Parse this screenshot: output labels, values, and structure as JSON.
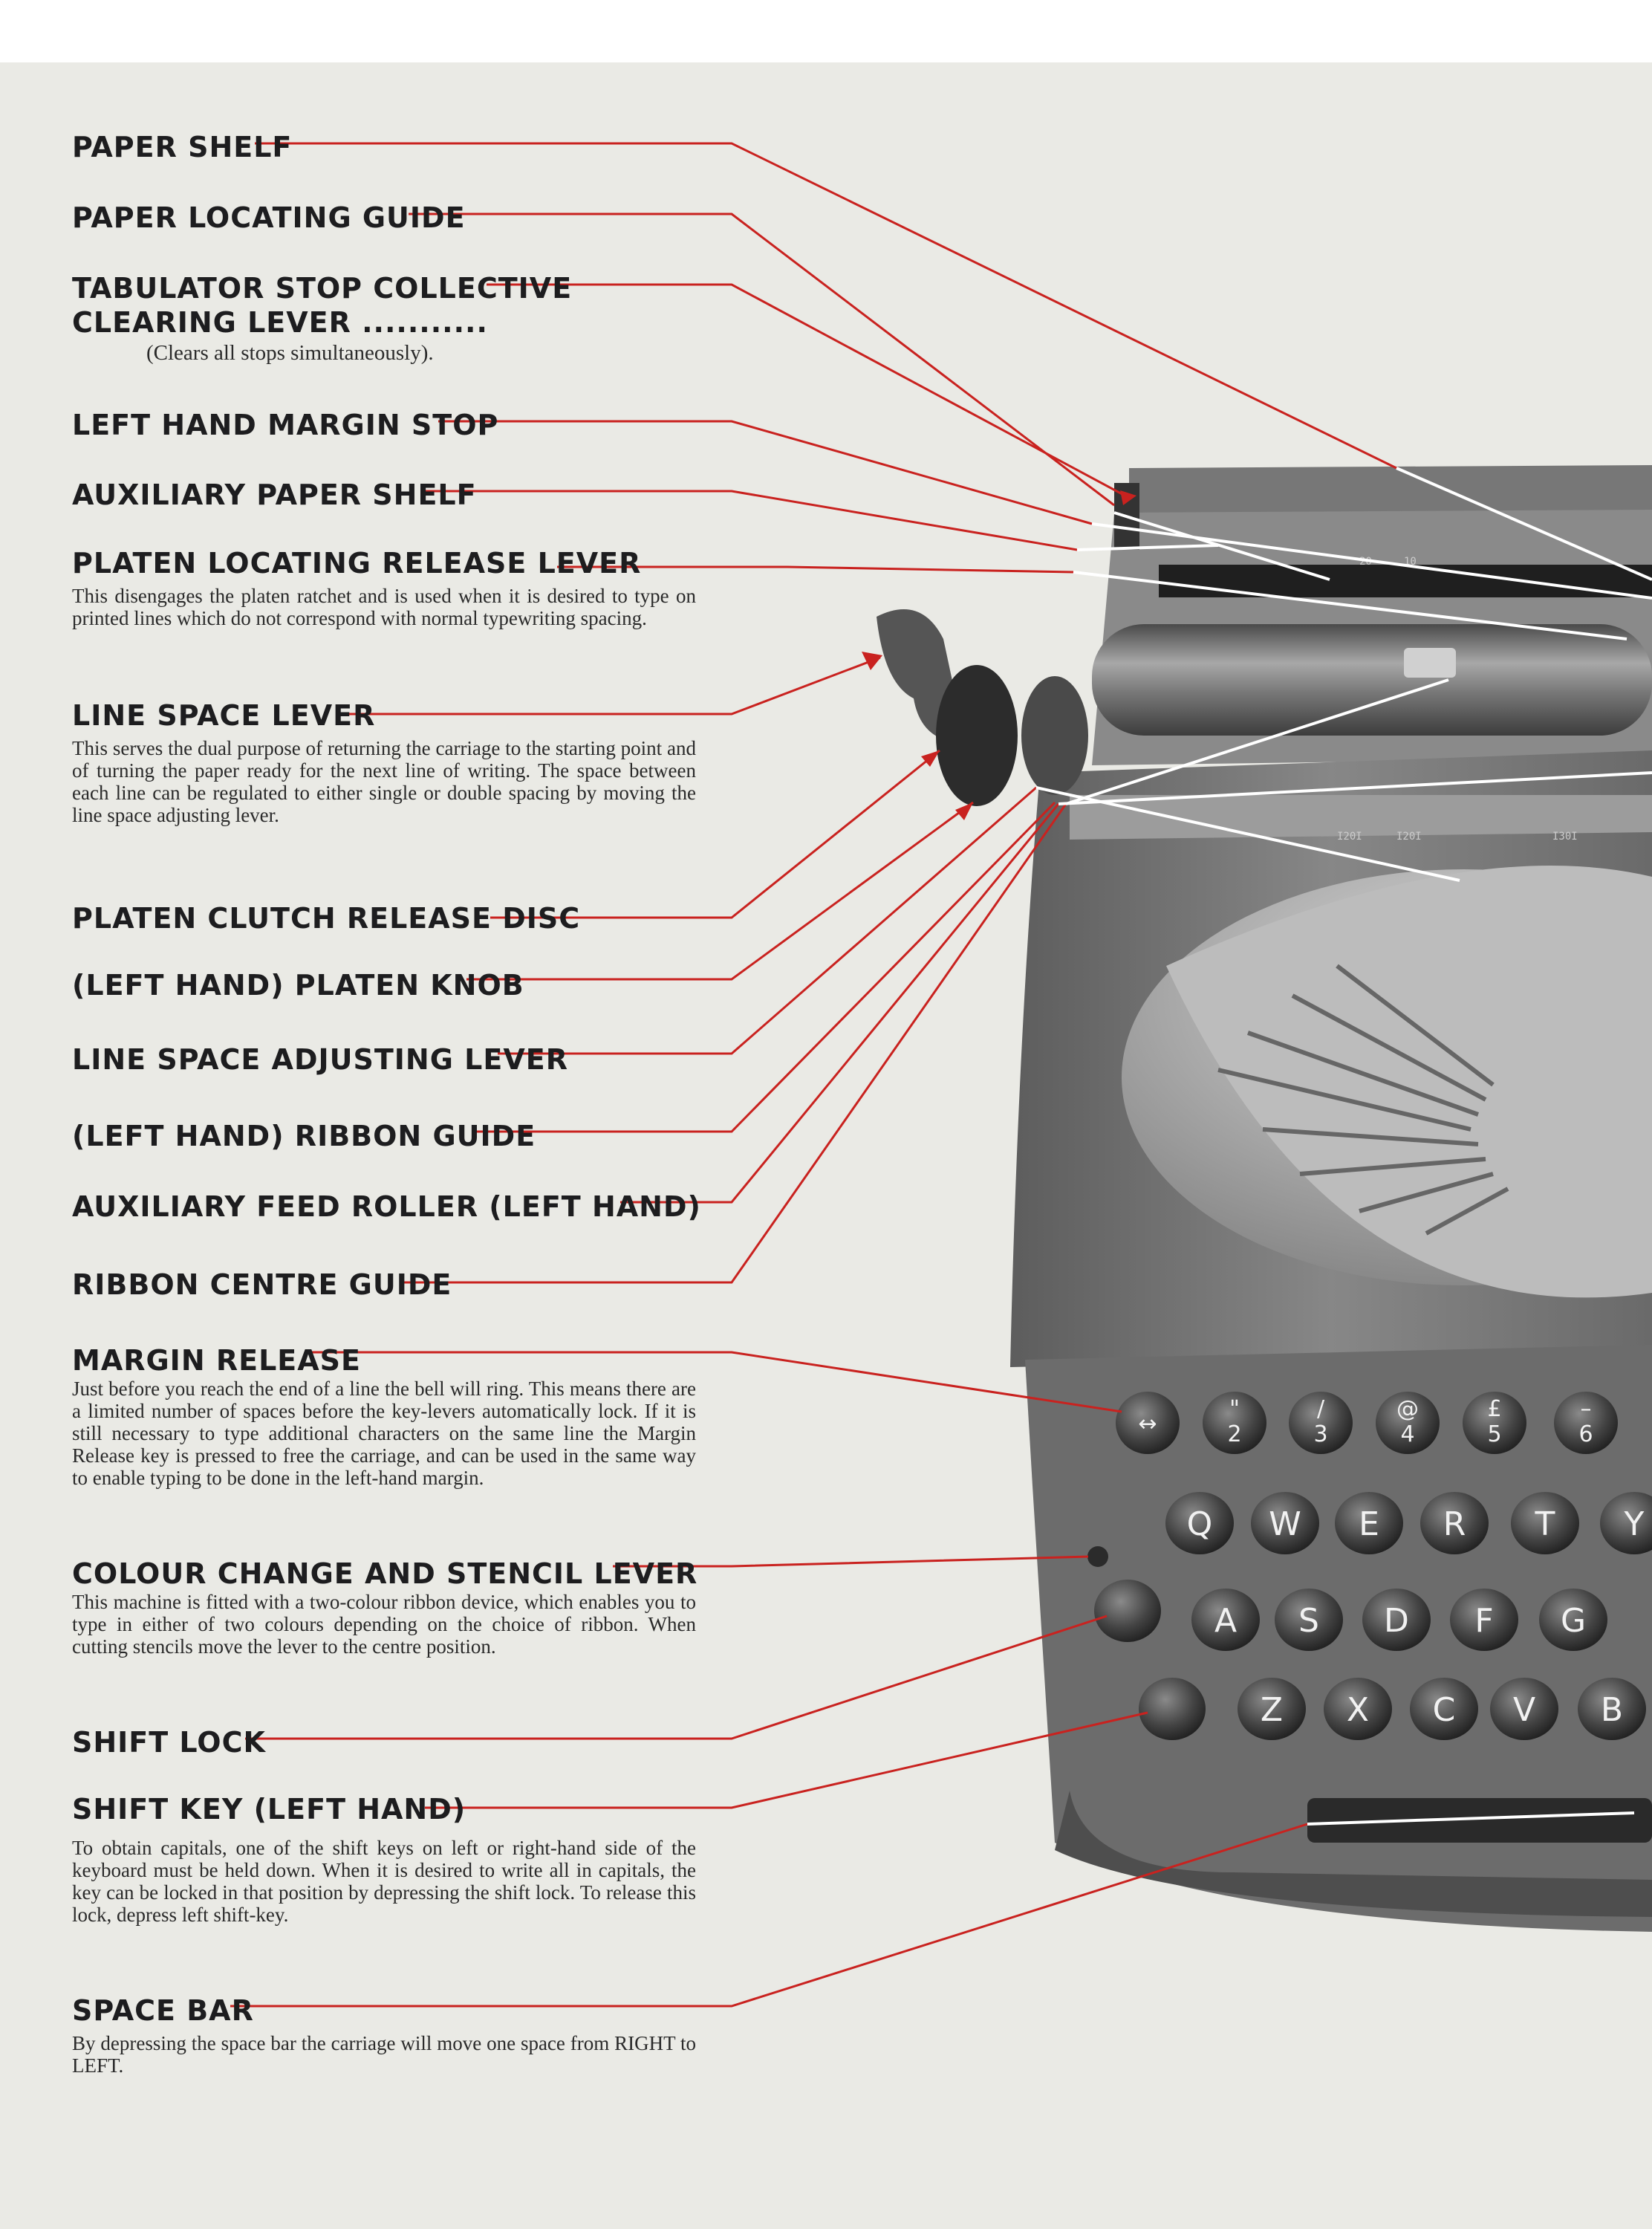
{
  "labels": [
    {
      "id": "paper-shelf",
      "label": "PAPER SHELF"
    },
    {
      "id": "paper-locating-guide",
      "label": "PAPER LOCATING GUIDE"
    },
    {
      "id": "tabulator",
      "label": "TABULATOR STOP COLLECTIVE",
      "label2": "CLEARING LEVER ...........",
      "note": "(Clears all stops simultaneously)."
    },
    {
      "id": "left-margin-stop",
      "label": "LEFT HAND MARGIN STOP"
    },
    {
      "id": "aux-paper-shelf",
      "label": "AUXILIARY PAPER SHELF"
    },
    {
      "id": "platen-locating",
      "label": "PLATEN LOCATING RELEASE LEVER",
      "desc": "This disengages the platen ratchet and is used when it is desired to type on printed lines which do not correspond with normal typewriting spacing."
    },
    {
      "id": "line-space-lever",
      "label": "LINE SPACE LEVER",
      "desc": "This serves the dual purpose of returning the carriage to the starting point and of turning the paper ready for the next line of writing. The space between each line can be regulated to either single or double spacing by moving the line space adjusting lever."
    },
    {
      "id": "platen-clutch",
      "label": "PLATEN CLUTCH RELEASE DISC"
    },
    {
      "id": "platen-knob",
      "label": "(LEFT HAND) PLATEN KNOB"
    },
    {
      "id": "line-space-adjusting",
      "label": "LINE SPACE ADJUSTING LEVER"
    },
    {
      "id": "ribbon-guide",
      "label": "(LEFT HAND) RIBBON GUIDE"
    },
    {
      "id": "aux-feed-roller",
      "label": "AUXILIARY FEED ROLLER (LEFT HAND)"
    },
    {
      "id": "ribbon-centre-guide",
      "label": "RIBBON CENTRE GUIDE"
    },
    {
      "id": "margin-release",
      "label": "MARGIN RELEASE",
      "desc": "Just before you reach the end of a line the bell will ring. This means there are a limited number of spaces before the key-levers automatically lock. If it is still necessary to type additional characters on the same line the Margin Release key is pressed to free the carriage, and can be used in the same way to enable typing to be done in the left-hand margin."
    },
    {
      "id": "colour-change",
      "label": "COLOUR CHANGE AND STENCIL LEVER",
      "desc": "This machine is fitted with a two-colour ribbon device, which enables you to type in either of two colours depending on the choice of ribbon. When cutting stencils move the lever to the centre position."
    },
    {
      "id": "shift-lock",
      "label": "SHIFT LOCK"
    },
    {
      "id": "shift-key",
      "label": "SHIFT KEY (LEFT HAND)",
      "desc": "To obtain capitals, one of the shift keys on left or right-hand side of the keyboard must be held down. When it is desired to write all in capitals, the key can be locked in that position by depressing the shift lock. To release this lock, depress left shift-key."
    },
    {
      "id": "space-bar",
      "label": "SPACE BAR",
      "desc": "By depressing the space bar the carriage will move one space from RIGHT to LEFT."
    }
  ],
  "keyboard": {
    "number_row": [
      {
        "top": "↔",
        "bottom": ""
      },
      {
        "top": "\"",
        "bottom": "2"
      },
      {
        "top": "/",
        "bottom": "3"
      },
      {
        "top": "@",
        "bottom": "4"
      },
      {
        "top": "£",
        "bottom": "5"
      },
      {
        "top": "–",
        "bottom": "6"
      }
    ],
    "row_q": [
      "Q",
      "W",
      "E",
      "R",
      "T",
      "Y"
    ],
    "row_a": [
      "A",
      "S",
      "D",
      "F",
      "G"
    ],
    "row_z": [
      "Z",
      "X",
      "C",
      "V",
      "B"
    ]
  },
  "scale_marks": [
    "20",
    "10",
    "I20I",
    "I20I",
    "I30I"
  ],
  "colors": {
    "leader": "#c9221f",
    "pointer": "#ffffff",
    "machine": "#6f6f6f"
  }
}
